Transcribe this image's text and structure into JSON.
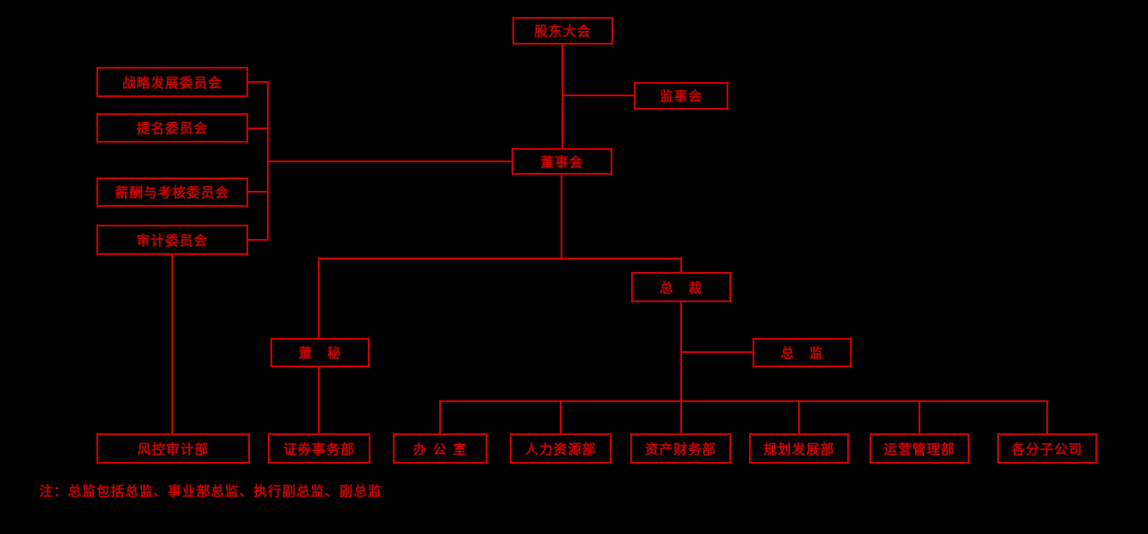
{
  "diagram": {
    "type": "org-chart",
    "colors": {
      "accent": "#cc0000",
      "background": "#000000"
    },
    "nodes": {
      "shareholders": "股东大会",
      "supervisory": "监事会",
      "board": "董事会",
      "strategy": "战略发展委员会",
      "nomination": "提名委员会",
      "remuneration": "薪酬与考核委员会",
      "audit": "审计委员会",
      "president": "总　裁",
      "secretary": "董　秘",
      "director": "总　监",
      "risk_audit": "风控审计部",
      "securities": "证券事务部",
      "office": "办 公 室",
      "hr": "人力资源部",
      "finance": "资产财务部",
      "planning": "规划发展部",
      "operations": "运营管理部",
      "subsidiaries": "各分子公司"
    },
    "edges": [
      "shareholders-board",
      "shareholders/board-supervisory",
      "board-strategy",
      "board-nomination",
      "board-remuneration",
      "board-audit",
      "board-president",
      "board-secretary",
      "president-director",
      "secretary-securities",
      "audit-risk_audit",
      "president-office",
      "president-hr",
      "president-finance",
      "president-planning",
      "president-operations",
      "president-subsidiaries"
    ],
    "note": "注：总监包括总监、事业部总监、执行副总监、副总监"
  }
}
